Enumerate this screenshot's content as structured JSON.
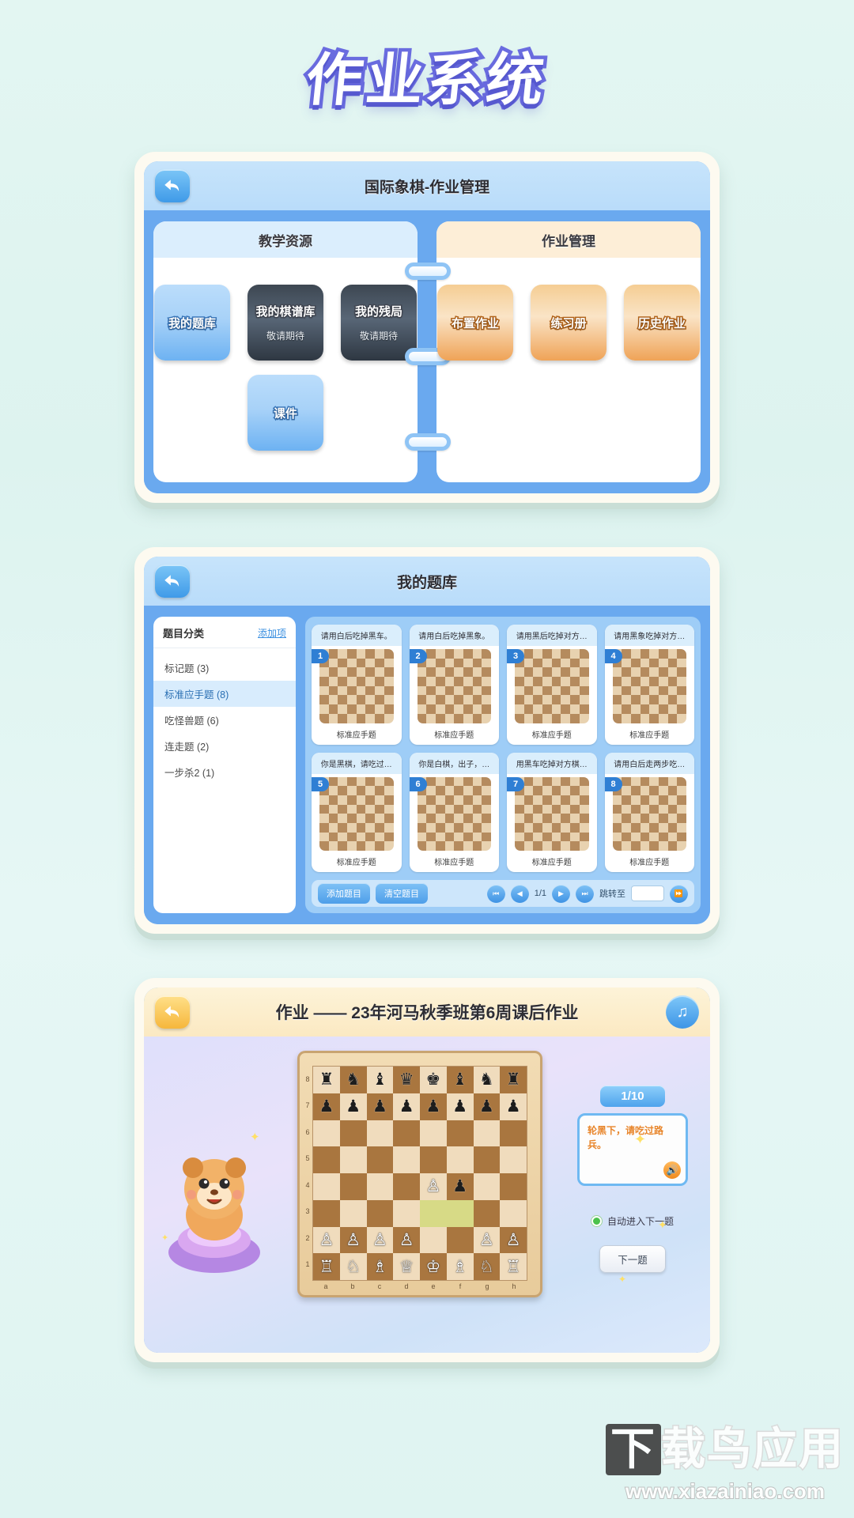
{
  "page": {
    "title": "作业系统"
  },
  "book_panel": {
    "header_title": "国际象棋-作业管理",
    "back_icon": "back-arrow-icon",
    "left_page": {
      "title": "教学资源",
      "tiles": [
        {
          "label": "我的题库",
          "sub": "",
          "style": "blue"
        },
        {
          "label": "我的棋谱库",
          "sub": "敬请期待",
          "style": "dark"
        },
        {
          "label": "我的残局",
          "sub": "敬请期待",
          "style": "dark"
        },
        {
          "label": "课件",
          "sub": "",
          "style": "blue"
        }
      ]
    },
    "right_page": {
      "title": "作业管理",
      "tiles": [
        {
          "label": "布置作业",
          "sub": "",
          "style": "orange"
        },
        {
          "label": "练习册",
          "sub": "",
          "style": "orange"
        },
        {
          "label": "历史作业",
          "sub": "",
          "style": "orange"
        }
      ]
    }
  },
  "bank_panel": {
    "header_title": "我的题库",
    "back_icon": "back-arrow-icon",
    "categories": {
      "title": "题目分类",
      "add_label": "添加项",
      "items": [
        {
          "label": "标记题 (3)",
          "active": false
        },
        {
          "label": "标准应手题 (8)",
          "active": true
        },
        {
          "label": "吃怪兽题 (6)",
          "active": false
        },
        {
          "label": "连走题 (2)",
          "active": false
        },
        {
          "label": "一步杀2 (1)",
          "active": false
        }
      ]
    },
    "questions": [
      {
        "index": "1",
        "title": "请用白后吃掉黑车。",
        "category": "标准应手题"
      },
      {
        "index": "2",
        "title": "请用白后吃掉黑象。",
        "category": "标准应手题"
      },
      {
        "index": "3",
        "title": "请用黑后吃掉对方…",
        "category": "标准应手题"
      },
      {
        "index": "4",
        "title": "请用黑象吃掉对方…",
        "category": "标准应手题"
      },
      {
        "index": "5",
        "title": "你是黑棋，请吃过…",
        "category": "标准应手题"
      },
      {
        "index": "6",
        "title": "你是白棋，出子，…",
        "category": "标准应手题"
      },
      {
        "index": "7",
        "title": "用黑车吃掉对方棋…",
        "category": "标准应手题"
      },
      {
        "index": "8",
        "title": "请用白后走两步吃…",
        "category": "标准应手题"
      }
    ],
    "toolbar": {
      "add_label": "添加题目",
      "clear_label": "清空题目",
      "first_icon": "first-page-icon",
      "prev_icon": "prev-page-icon",
      "page_label": "1/1",
      "next_icon": "next-page-icon",
      "last_icon": "last-page-icon",
      "jump_label": "跳转至",
      "jump_value": "",
      "jump_go_icon": "fast-forward-icon"
    }
  },
  "play_panel": {
    "header_title": "作业 —— 23年河马秋季班第6周课后作业",
    "back_icon": "back-arrow-icon",
    "music_icon": "music-note-icon",
    "step_label": "1/10",
    "hint_text": "轮黑下，请吃过路兵。",
    "speaker_icon": "speaker-icon",
    "auto_next_label": "自动进入下一题",
    "next_question_label": "下一题",
    "board": {
      "files": [
        "a",
        "b",
        "c",
        "d",
        "e",
        "f",
        "g",
        "h"
      ],
      "ranks": [
        "8",
        "7",
        "6",
        "5",
        "4",
        "3",
        "2",
        "1"
      ],
      "rows": [
        [
          "r",
          "n",
          "b",
          "q",
          "k",
          "b",
          "n",
          "r"
        ],
        [
          "p",
          "p",
          "p",
          "p",
          "p",
          "p",
          "p",
          "p"
        ],
        [
          "",
          "",
          "",
          "",
          "",
          "",
          "",
          ""
        ],
        [
          "",
          "",
          "",
          "",
          "",
          "",
          "",
          ""
        ],
        [
          "",
          "",
          "",
          "",
          "P",
          "p",
          "",
          ""
        ],
        [
          "",
          "",
          "",
          "",
          "",
          "",
          "",
          ""
        ],
        [
          "P",
          "P",
          "P",
          "P",
          "",
          "",
          "P",
          "P"
        ],
        [
          "R",
          "N",
          "B",
          "Q",
          "K",
          "B",
          "N",
          "R"
        ]
      ],
      "highlight": [
        "e3",
        "f3"
      ]
    }
  },
  "watermark": {
    "brand_left": "下",
    "brand_mid": "载鸟",
    "brand_right": "应用",
    "url": "www.xiazainiao.com"
  }
}
